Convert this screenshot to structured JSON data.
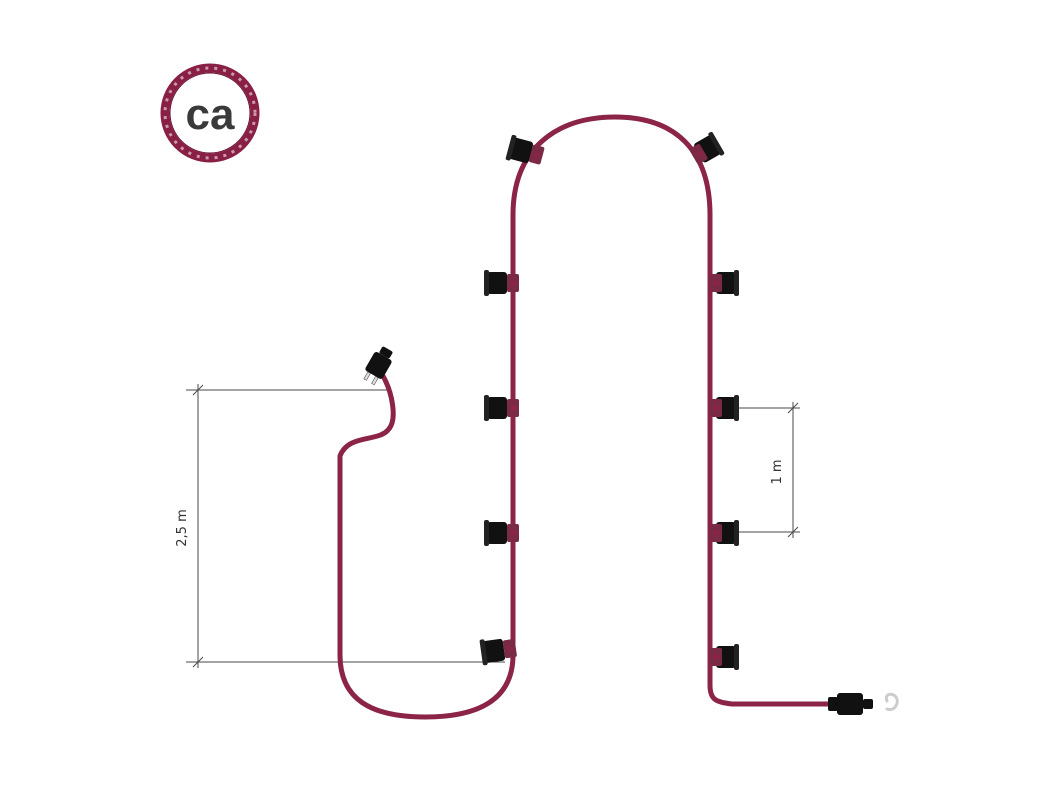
{
  "logo": {
    "text": "ca",
    "ring_color": "#8a1f45",
    "ring_stripe_color": "#ffffff",
    "text_color": "#3a3a3a"
  },
  "colors": {
    "cable": "#8b2446",
    "socket": "#111111",
    "dimension_line": "#4a4a4a",
    "end_hook": "#dddddd"
  },
  "dimensions": {
    "lead_length_label": "2,5 m",
    "spacing_label": "1 m"
  },
  "components": {
    "socket_count": 10,
    "plug_icon": "male-plug-icon",
    "end_connector_icon": "female-plug-icon",
    "socket_icon": "lamp-socket-icon",
    "end_hook_icon": "hook-icon"
  }
}
